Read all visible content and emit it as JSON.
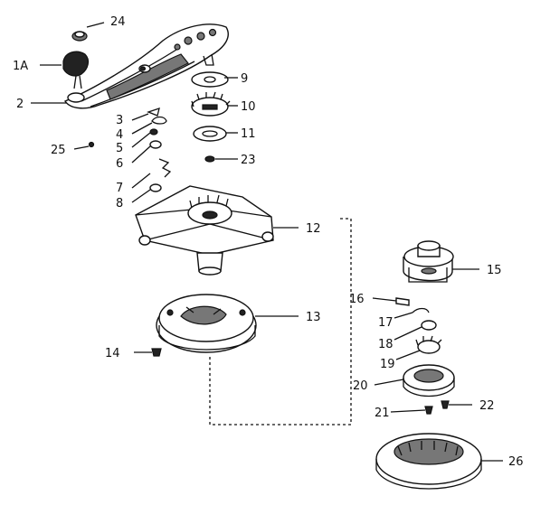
{
  "labels": {
    "p24": "24",
    "p1a": "1A",
    "p2": "2",
    "p9": "9",
    "p10": "10",
    "p11": "11",
    "p23": "23",
    "p3": "3",
    "p4": "4",
    "p5": "5",
    "p6": "6",
    "p7": "7",
    "p8": "8",
    "p25": "25",
    "p12": "12",
    "p13": "13",
    "p14": "14",
    "p15": "15",
    "p16": "16",
    "p17": "17",
    "p18": "18",
    "p19": "19",
    "p20": "20",
    "p21": "21",
    "p22": "22",
    "p26": "26"
  }
}
